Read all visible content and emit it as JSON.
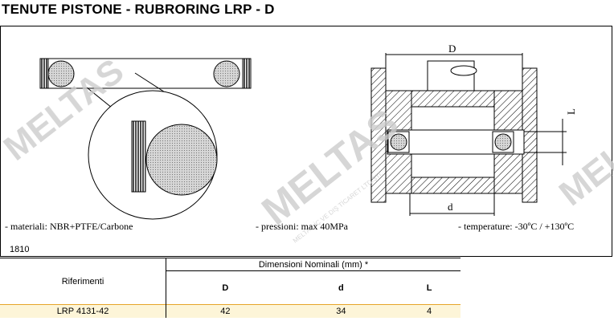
{
  "title": "TENUTE PISTONE - RUBRORING  LRP - D",
  "specs": {
    "materials": "- materiali: NBR+PTFE/Carbone",
    "pressure": "- pressioni: max 40MPa",
    "temperature": "- temperature: -30ºC / +130ºC"
  },
  "drawing_labels": {
    "D": "D",
    "d": "d",
    "L": "L"
  },
  "watermark": {
    "brand": "MELTAS",
    "sub": "MELTAŞ İÇ VE DIŞ TİCARET LTD.ŞTİ."
  },
  "code": "1810",
  "table": {
    "ref_header": "Riferimenti",
    "group_header": "Dimensioni Nominali (mm) *",
    "columns": [
      "D",
      "d",
      "L"
    ],
    "rows": [
      {
        "ref": "LRP 4131-42",
        "D": "42",
        "d": "34",
        "L": "4"
      }
    ]
  }
}
